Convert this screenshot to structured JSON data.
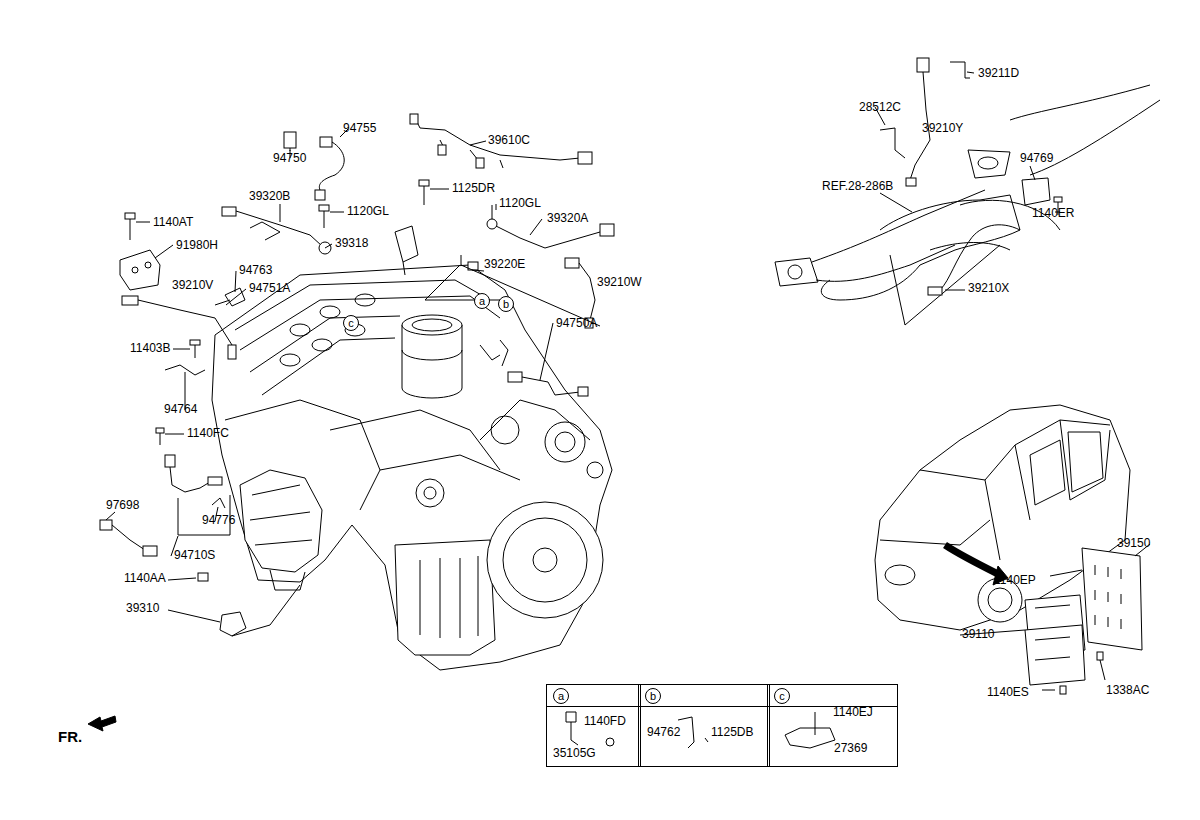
{
  "diagram": {
    "nodes": [
      {
        "text": [
          "a",
          "1140FD",
          "35105G"
        ]
      },
      {
        "text": [
          "b",
          "94762",
          "1125DB"
        ]
      },
      {
        "text": [
          "c",
          "1140EJ",
          "27369"
        ]
      }
    ],
    "labels": [
      "94755",
      "94750",
      "39610C",
      "1125DR",
      "39320B",
      "1140AT",
      "1120GL",
      "1120GL",
      "39320A",
      "91980H",
      "39318",
      "39220E",
      "39210W",
      "94763",
      "94751A",
      "39210V",
      "a",
      "b",
      "c",
      "94750A",
      "11403B",
      "94764",
      "1140FC",
      "97698",
      "94776",
      "94710S",
      "1140AA",
      "39310",
      "FR.",
      "39211D",
      "28512C",
      "39210Y",
      "REF.28-286B",
      "94769",
      "1140ER",
      "39210X",
      "39150",
      "1140EP",
      "39110",
      "1140ES",
      "1338AC"
    ]
  }
}
